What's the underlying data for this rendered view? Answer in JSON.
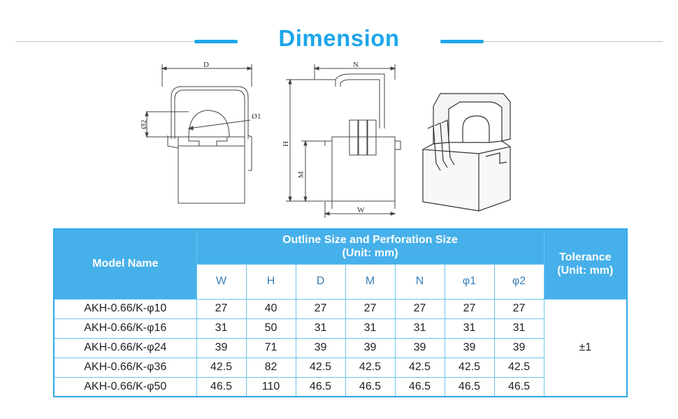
{
  "header": {
    "title": "Dimension",
    "accent_color": "#1ea5e9"
  },
  "drawings": {
    "front_labels": {
      "d": "D",
      "phi1": "Ø1",
      "phi2": "Ø2"
    },
    "side_labels": {
      "n": "N",
      "h": "H",
      "m": "M",
      "w": "W"
    }
  },
  "table": {
    "header_color": "#46b0ea",
    "model_header": "Model Name",
    "group_header_line1": "Outline Size and Perforation Size",
    "group_header_line2": "(Unit: mm)",
    "tolerance_header_line1": "Tolerance",
    "tolerance_header_line2": "(Unit: mm)",
    "columns": [
      "W",
      "H",
      "D",
      "M",
      "N",
      "φ1",
      "φ2"
    ],
    "rows": [
      {
        "model": "AKH-0.66/K-φ10",
        "values": [
          "27",
          "40",
          "27",
          "27",
          "27",
          "27",
          "27"
        ]
      },
      {
        "model": "AKH-0.66/K-φ16",
        "values": [
          "31",
          "50",
          "31",
          "31",
          "31",
          "31",
          "31"
        ]
      },
      {
        "model": "AKH-0.66/K-φ24",
        "values": [
          "39",
          "71",
          "39",
          "39",
          "39",
          "39",
          "39"
        ]
      },
      {
        "model": "AKH-0.66/K-φ36",
        "values": [
          "42.5",
          "82",
          "42.5",
          "42.5",
          "42.5",
          "42.5",
          "42.5"
        ]
      },
      {
        "model": "AKH-0.66/K-φ50",
        "values": [
          "46.5",
          "110",
          "46.5",
          "46.5",
          "46.5",
          "46.5",
          "46.5"
        ]
      }
    ],
    "tolerance_value": "±1"
  }
}
